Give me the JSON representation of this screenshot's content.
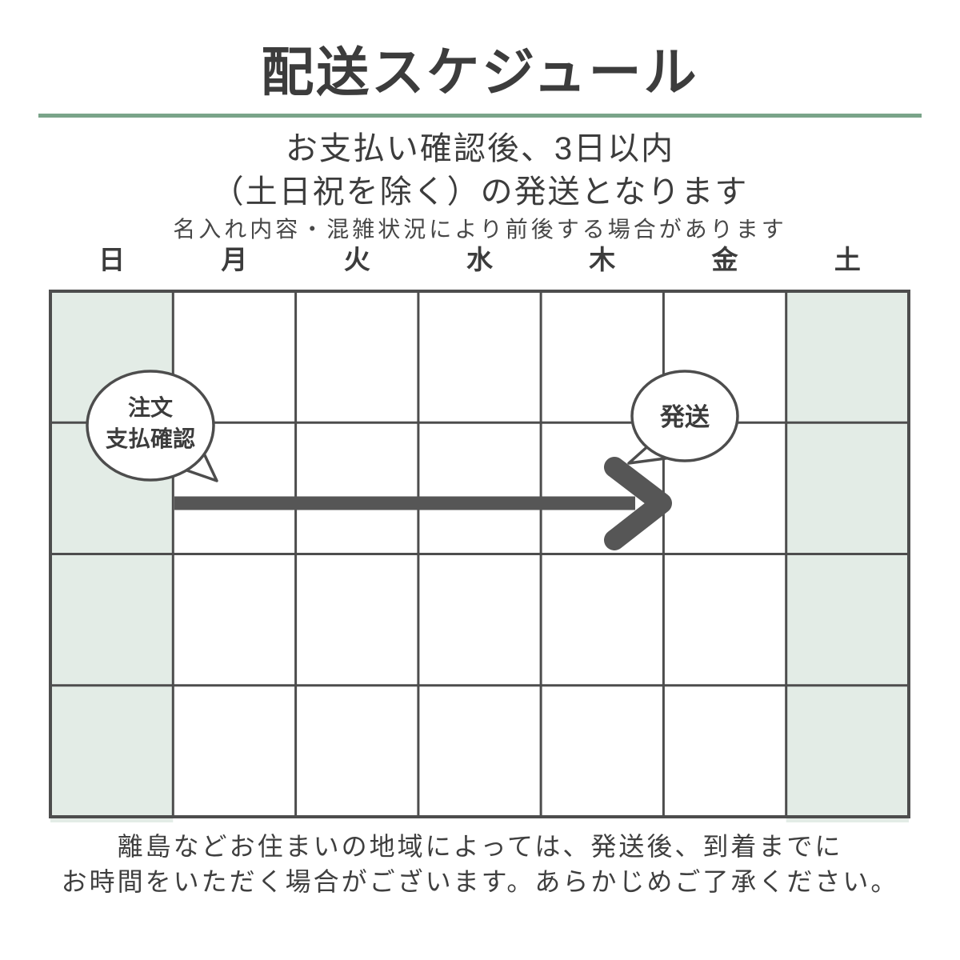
{
  "title": "配送スケジュール",
  "subtitle_line1": "お支払い確認後、3日以内",
  "subtitle_line2": "（土日祝を除く）の発送となります",
  "note": "名入れ内容・混雑状況により前後する場合があります",
  "calendar": {
    "day_headers": [
      "日",
      "月",
      "火",
      "水",
      "木",
      "金",
      "土"
    ],
    "weekend_columns": [
      "日",
      "土"
    ],
    "week_rows": 4,
    "order_bubble": {
      "line1": "注文",
      "line2": "支払確認"
    },
    "ship_bubble": {
      "label": "発送"
    },
    "arrow": {
      "from_day": "月",
      "to_day": "木"
    }
  },
  "footer_line1": "離島などお住まいの地域によっては、発送後、到着までに",
  "footer_line2": "お時間をいただく場合がございます。あらかじめご了承ください。",
  "colors": {
    "accent_green": "#7aa489",
    "weekend_fill": "#e3ece6",
    "grid_line": "#4d4d4d",
    "arrow_gray": "#565656",
    "text_dark": "#3c3c3c"
  }
}
